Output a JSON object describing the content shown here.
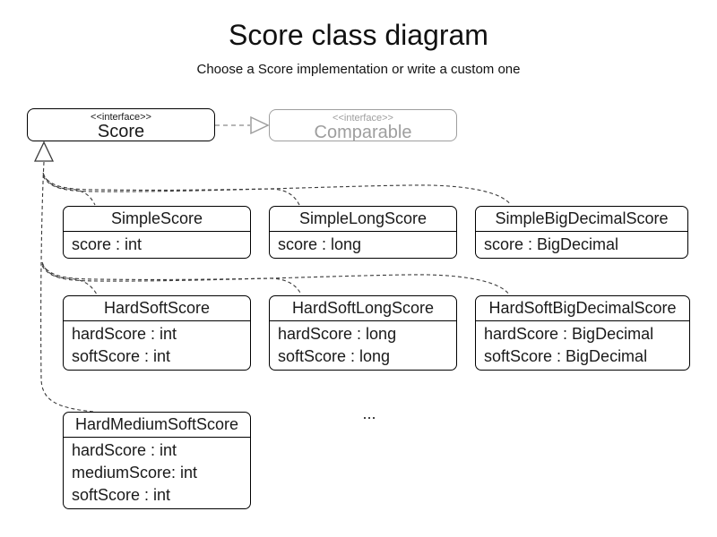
{
  "header": {
    "title": "Score class diagram",
    "subtitle": "Choose a Score implementation or write a custom one"
  },
  "interfaces": {
    "score": {
      "stereotype": "<<interface>>",
      "name": "Score"
    },
    "comparable": {
      "stereotype": "<<interface>>",
      "name": "Comparable"
    }
  },
  "classes": [
    {
      "name": "SimpleScore",
      "attributes": [
        "score : int"
      ]
    },
    {
      "name": "SimpleLongScore",
      "attributes": [
        "score : long"
      ]
    },
    {
      "name": "SimpleBigDecimalScore",
      "attributes": [
        "score : BigDecimal"
      ]
    },
    {
      "name": "HardSoftScore",
      "attributes": [
        "hardScore : int",
        "softScore : int"
      ]
    },
    {
      "name": "HardSoftLongScore",
      "attributes": [
        "hardScore : long",
        "softScore : long"
      ]
    },
    {
      "name": "HardSoftBigDecimalScore",
      "attributes": [
        "hardScore : BigDecimal",
        "softScore : BigDecimal"
      ]
    },
    {
      "name": "HardMediumSoftScore",
      "attributes": [
        "hardScore : int",
        "mediumScore: int",
        "softScore : int"
      ]
    }
  ],
  "relationships": [
    {
      "from": "Score",
      "to": "Comparable",
      "type": "realization"
    },
    {
      "from": "SimpleScore",
      "to": "Score",
      "type": "realization"
    },
    {
      "from": "SimpleLongScore",
      "to": "Score",
      "type": "realization"
    },
    {
      "from": "SimpleBigDecimalScore",
      "to": "Score",
      "type": "realization"
    },
    {
      "from": "HardSoftScore",
      "to": "Score",
      "type": "realization"
    },
    {
      "from": "HardSoftLongScore",
      "to": "Score",
      "type": "realization"
    },
    {
      "from": "HardSoftBigDecimalScore",
      "to": "Score",
      "type": "realization"
    },
    {
      "from": "HardMediumSoftScore",
      "to": "Score",
      "type": "realization"
    }
  ],
  "ellipsis": "...",
  "colors": {
    "connector": "#3a3a3a",
    "muted_gray": "#9e9e9e",
    "box_border": "#000000",
    "text": "#1a1a1a",
    "background": "#ffffff"
  }
}
